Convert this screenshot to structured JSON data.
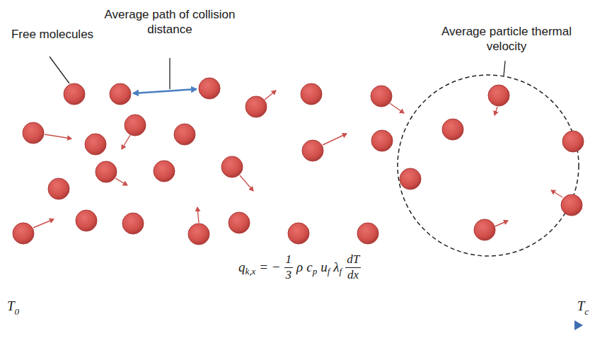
{
  "diagram": {
    "labels": [
      "Free molecules",
      "Average path of collision distance",
      "Average particle thermal velocity",
      "q",
      "k,x",
      "= −",
      "1",
      "3",
      "ρ",
      "c",
      "p",
      "u",
      "f",
      "λ",
      "f",
      "dT",
      "dx",
      "T",
      "0",
      "T",
      "c"
    ]
  }
}
